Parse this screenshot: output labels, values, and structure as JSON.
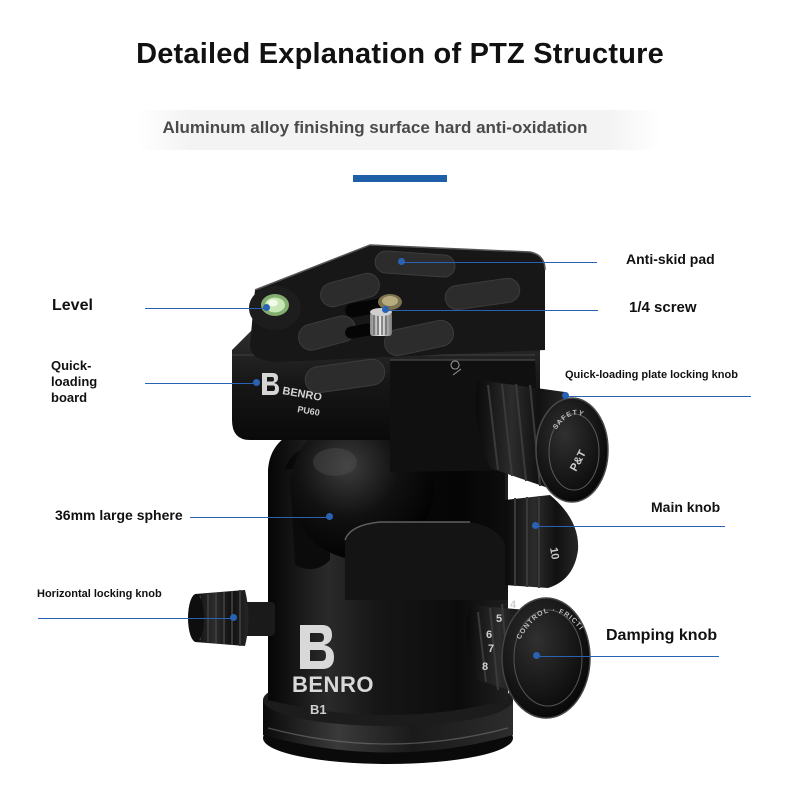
{
  "title": "Detailed Explanation of PTZ Structure",
  "subtitle": "Aluminum alloy finishing surface hard anti-oxidation",
  "colors": {
    "accent": "#1f5fa8",
    "leader": "#2a62b3",
    "body": "#121212",
    "background": "#ffffff"
  },
  "product": {
    "brand": "BENRO",
    "plate_model": "PU60",
    "head_model": "B1",
    "safety_knob_text": "SAFETY",
    "pst_label": "P&T",
    "control_ring_text": "CONTROL · FRICTION",
    "damping_scale": [
      "4",
      "5",
      "6",
      "7",
      "8"
    ],
    "main_knob_number": "10"
  },
  "callouts": {
    "anti_skid_pad": "Anti-skid pad",
    "level": "Level",
    "screw": "1/4 screw",
    "quick_loading_board": "Quick-loading board",
    "plate_locking_knob": "Quick-loading plate locking knob",
    "main_knob": "Main knob",
    "large_sphere": "36mm large sphere",
    "horizontal_locking_knob": "Horizontal locking knob",
    "damping_knob": "Damping knob"
  }
}
